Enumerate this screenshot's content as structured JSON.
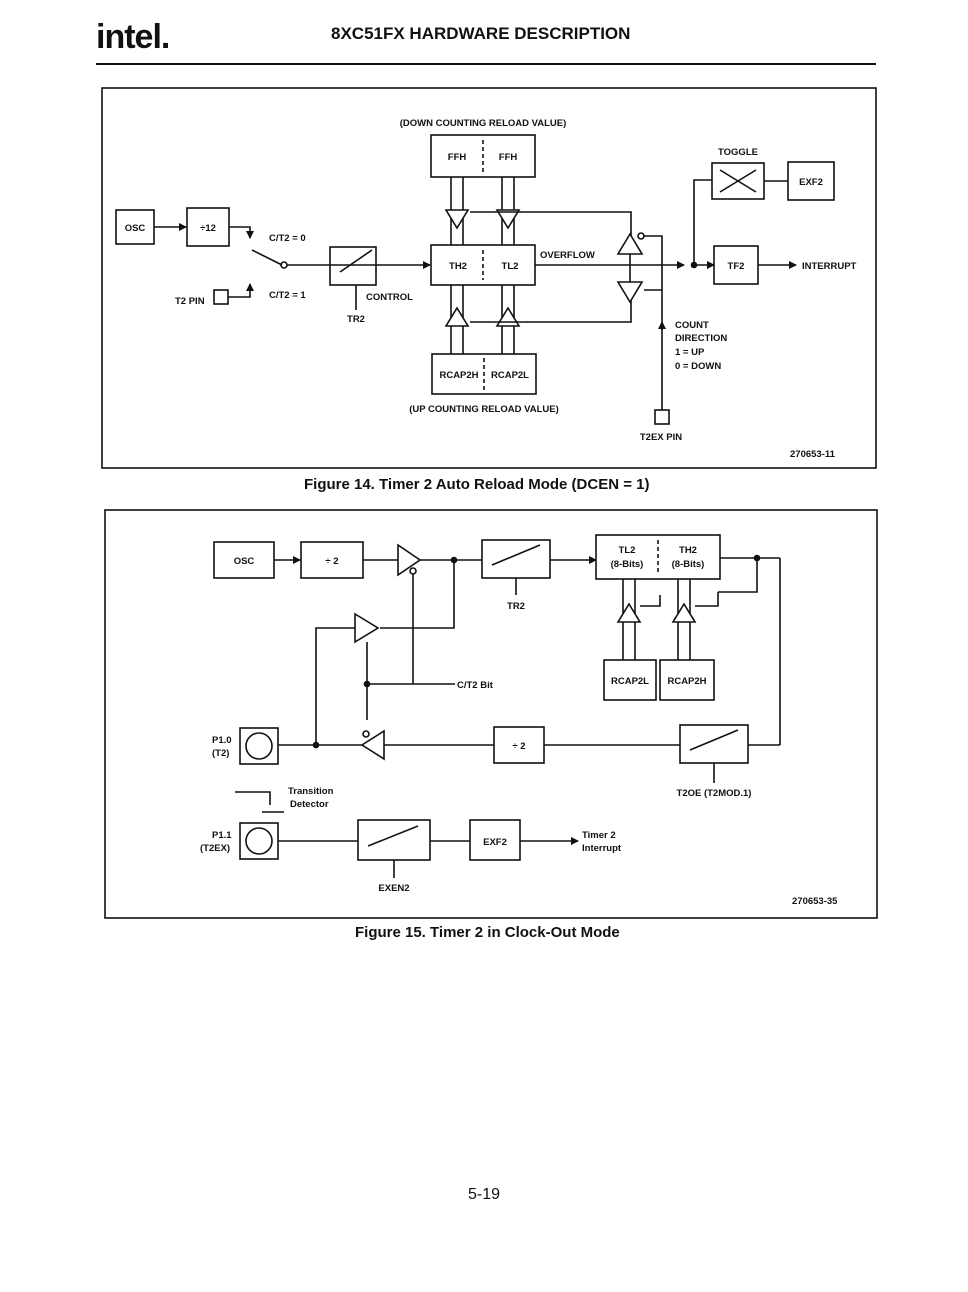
{
  "header": {
    "logo": "intel.",
    "title": "8XC51FX HARDWARE DESCRIPTION"
  },
  "figure14": {
    "down_reload_label": "(DOWN COUNTING RELOAD VALUE)",
    "up_reload_label": "(UP COUNTING RELOAD VALUE)",
    "ffh_left": "FFH",
    "ffh_right": "FFH",
    "osc": "OSC",
    "div12": "÷12",
    "ct2_0": "C/T2 = 0",
    "ct2_1": "C/T2 = 1",
    "t2pin": "T2 PIN",
    "control": "CONTROL",
    "tr2": "TR2",
    "th2": "TH2",
    "tl2": "TL2",
    "overflow": "OVERFLOW",
    "rcap2h": "RCAP2H",
    "rcap2l": "RCAP2L",
    "toggle": "TOGGLE",
    "exf2": "EXF2",
    "tf2": "TF2",
    "interrupt": "INTERRUPT",
    "count_direction": [
      "COUNT",
      "DIRECTION",
      "1 = UP",
      "0 = DOWN"
    ],
    "t2ex_pin": "T2EX PIN",
    "ref": "270653-11",
    "caption": "Figure 14. Timer 2 Auto Reload Mode (DCEN = 1)"
  },
  "figure15": {
    "osc": "OSC",
    "div2_top": "÷ 2",
    "tr2": "TR2",
    "tl2": "TL2",
    "tl2_bits": "(8-Bits)",
    "th2": "TH2",
    "th2_bits": "(8-Bits)",
    "rcap2l": "RCAP2L",
    "rcap2h": "RCAP2H",
    "ct2_bit": "C/T2 Bit",
    "p10": "P1.0",
    "t2": "(T2)",
    "div2_bottom": "÷ 2",
    "t2oe": "T2OE (T2MOD.1)",
    "transition": "Transition",
    "detector": "Detector",
    "p11": "P1.1",
    "t2ex": "(T2EX)",
    "exf2": "EXF2",
    "timer2": "Timer 2",
    "interrupt": "Interrupt",
    "exen2": "EXEN2",
    "ref": "270653-35",
    "caption": "Figure 15. Timer 2 in Clock-Out Mode"
  },
  "page_number": "5-19"
}
